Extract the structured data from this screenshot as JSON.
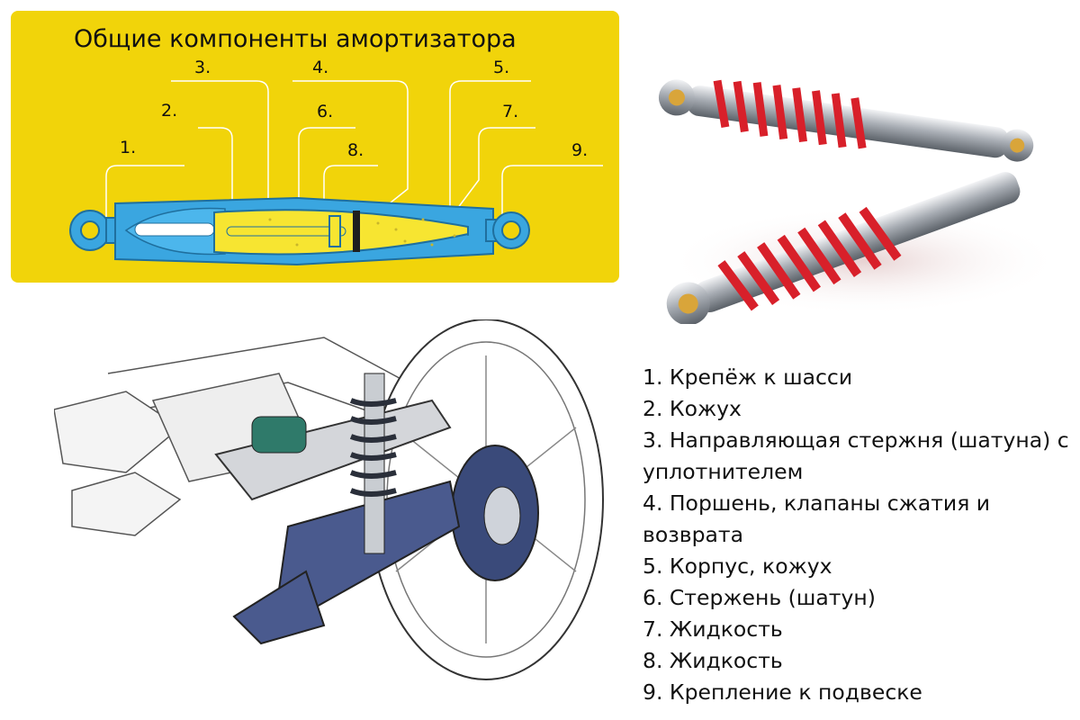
{
  "diagram": {
    "title": "Общие компоненты амортизатора",
    "callouts": [
      {
        "id": "c1",
        "label": "1."
      },
      {
        "id": "c2",
        "label": "2."
      },
      {
        "id": "c3",
        "label": "3."
      },
      {
        "id": "c4",
        "label": "4."
      },
      {
        "id": "c5",
        "label": "5."
      },
      {
        "id": "c6",
        "label": "6."
      },
      {
        "id": "c7",
        "label": "7."
      },
      {
        "id": "c8",
        "label": "8."
      },
      {
        "id": "c9",
        "label": "9."
      }
    ]
  },
  "legend": {
    "items": [
      "1. Крепёж к шасси",
      "2. Кожух",
      "3. Направляющая стержня (шатуна) с",
      "уплотнителем",
      "4. Поршень, клапаны сжатия и",
      "возврата",
      "5. Корпус, кожух",
      "6. Стержень (шатун)",
      "7. Жидкость",
      "8. Жидкость",
      "9. Крепление к подвеске"
    ]
  },
  "colors": {
    "panel": "#f1d40a",
    "tube": "#3aa6e0",
    "fluid": "#f7e531",
    "spring": "#d8202a",
    "chrome": "#c9cdd2",
    "frame": "#3a4a7a"
  }
}
